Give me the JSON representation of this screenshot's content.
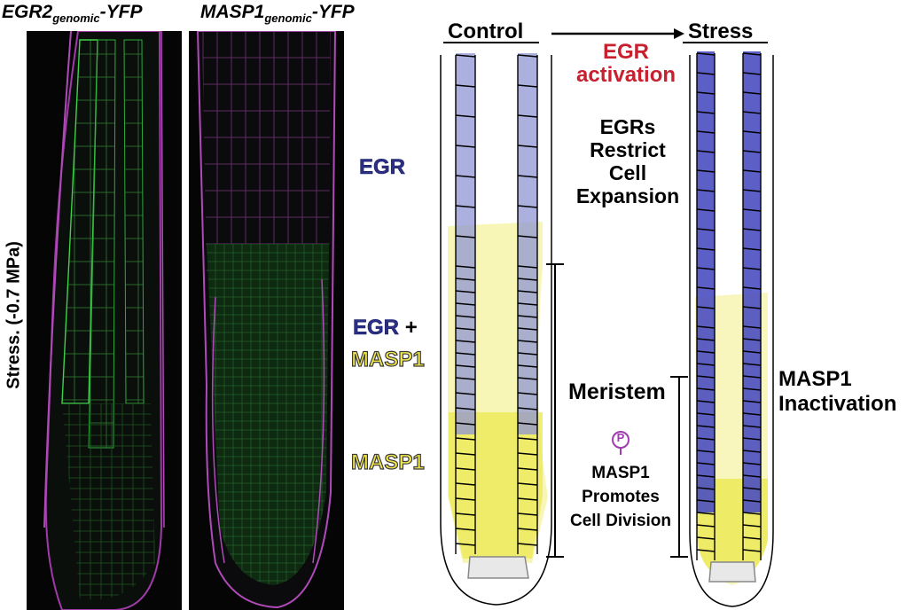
{
  "microscopy": {
    "side_label": "Stress. (-0.7 MPa)",
    "panels": [
      {
        "gene": "EGR2",
        "subscript": "genomic",
        "suffix": "-YFP"
      },
      {
        "gene": "MASP1",
        "subscript": "genomic",
        "suffix": "-YFP"
      }
    ]
  },
  "model": {
    "control_title": "Control",
    "stress_title": "Stress",
    "activation_line1": "EGR",
    "activation_line2": "activation",
    "egr_role_lines": [
      "EGRs",
      "Restrict",
      "Cell",
      "Expansion"
    ],
    "zone_labels": {
      "egr": "EGR",
      "egr_plus": "EGR",
      "plus": "+",
      "masp1_mid": "MASP1",
      "masp1_low": "MASP1"
    },
    "meristem_label": "Meristem",
    "phospho_symbol": "P",
    "masp1_role_lines": [
      "MASP1",
      "Promotes",
      "Cell Division"
    ],
    "masp1_inactivation_lines": [
      "MASP1",
      "Inactivation"
    ]
  },
  "colors": {
    "egr_blue_control": "#8f95d4",
    "egr_blue_stress": "#4a4fc0",
    "masp1_yellow": "#f2ee7a",
    "label_navy": "#2b2f86",
    "activation_red": "#c8202f",
    "phospho_magenta": "#a23ab0",
    "membrane_green": "#3fcf4a",
    "membrane_magenta": "#b04ab8"
  }
}
